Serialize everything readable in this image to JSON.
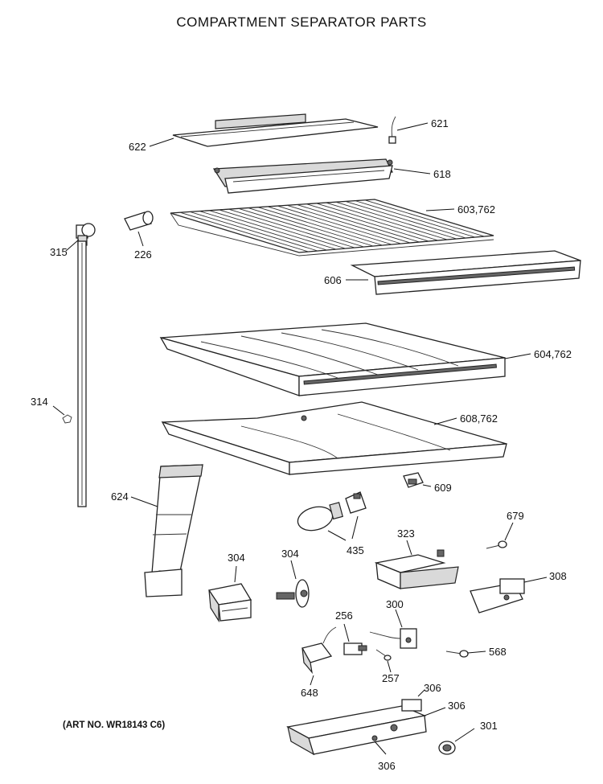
{
  "title": "COMPARTMENT SEPARATOR PARTS",
  "art_number": "(ART NO. WR18143 C6)",
  "callouts": {
    "p621": "621",
    "p622": "622",
    "p618": "618",
    "p603": "603,762",
    "p315": "315",
    "p226": "226",
    "p606": "606",
    "p604": "604,762",
    "p314": "314",
    "p608": "608,762",
    "p609": "609",
    "p624": "624",
    "p679": "679",
    "p323": "323",
    "p435": "435",
    "p304a": "304",
    "p304b": "304",
    "p308": "308",
    "p256": "256",
    "p300": "300",
    "p568": "568",
    "p257": "257",
    "p648": "648",
    "p306a": "306",
    "p306b": "306",
    "p306c": "306",
    "p301": "301"
  }
}
